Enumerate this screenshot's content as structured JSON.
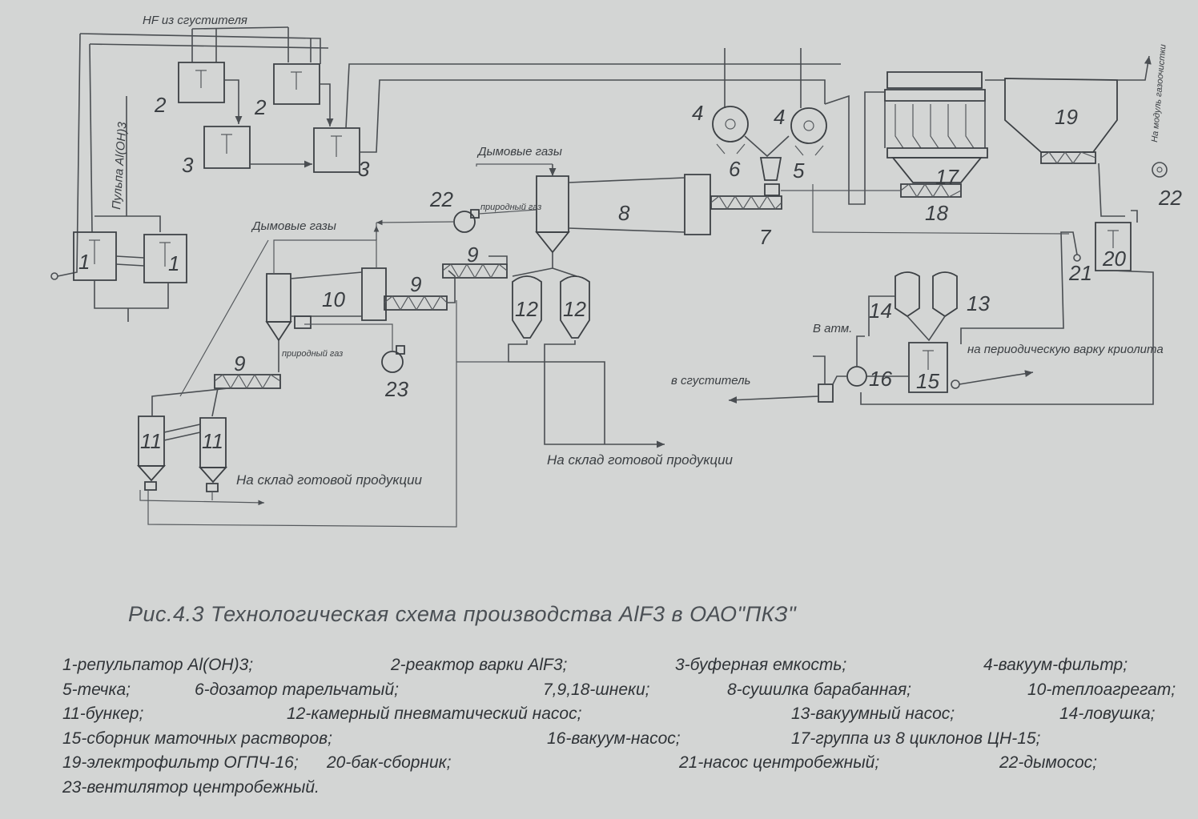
{
  "labels": {
    "hf": "HF из сгустителя",
    "pulp": "Пульпа Al(OH)3",
    "flue1": "Дымовые газы",
    "flue2": "Дымовые газы",
    "natgas1": "природный газ",
    "natgas2": "природный газ",
    "to_thickener": "в сгуститель",
    "to_atm": "В атм.",
    "to_cryolite": "на периодическую варку криолита",
    "to_store1": "На склад готовой продукции",
    "to_store2": "На склад готовой продукции",
    "to_gas_cleaning": "На модуль газоочистки"
  },
  "numbers": {
    "n1a": "1",
    "n1b": "1",
    "n2a": "2",
    "n2b": "2",
    "n3a": "3",
    "n3b": "3",
    "n4a": "4",
    "n4b": "4",
    "n5": "5",
    "n6": "6",
    "n7": "7",
    "n8": "8",
    "n9a": "9",
    "n9b": "9",
    "n9c": "9",
    "n10": "10",
    "n11a": "11",
    "n11b": "11",
    "n12a": "12",
    "n12b": "12",
    "n13": "13",
    "n14": "14",
    "n15": "15",
    "n16": "16",
    "n17": "17",
    "n18": "18",
    "n19": "19",
    "n20": "20",
    "n21": "21",
    "n22a": "22",
    "n22b": "22",
    "n23": "23"
  },
  "caption": "Рис.4.3 Технологическая схема производства AlF3 в ОАО\"ПКЗ\"",
  "legend": [
    [
      "1-репульпатор Al(OH)3;",
      "2-реактор варки AlF3;",
      "3-буферная емкость;",
      "4-вакуум-фильтр;"
    ],
    [
      "5-течка;",
      "6-дозатор тарельчатый;",
      "7,9,18-шнеки;",
      "8-сушилка барабанная;",
      "10-теплоагрегат;"
    ],
    [
      "11-бункер;",
      "12-камерный пневматический насос;",
      "13-вакуумный насос;",
      "14-ловушка;"
    ],
    [
      "15-сборник маточных растворов;",
      "16-вакуум-насос;",
      "17-группа из 8 циклонов ЦН-15;"
    ],
    [
      "19-электрофильтр ОГПЧ-16;",
      "20-бак-сборник;",
      "21-насос центробежный;",
      "22-дымосос;"
    ],
    [
      "23-вентилятор центробежный."
    ]
  ]
}
